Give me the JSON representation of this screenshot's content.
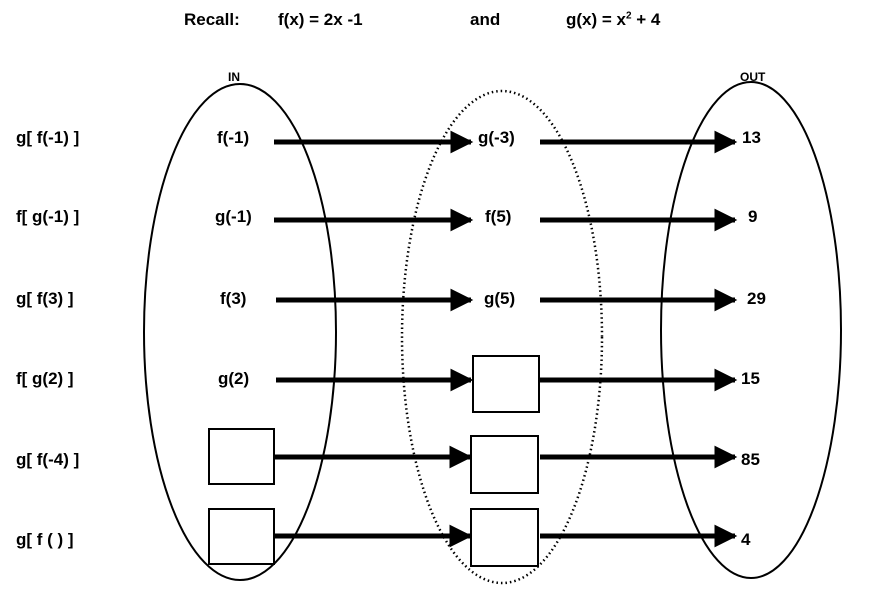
{
  "header": {
    "recall_label": "Recall:",
    "f_def": "f(x) = 2x -1",
    "and_label": "and",
    "g_def_prefix": "g(x) = x",
    "g_def_exponent": "2",
    "g_def_suffix": " + 4"
  },
  "columns": {
    "in_label": "IN",
    "out_label": "OUT"
  },
  "rows": [
    {
      "expression": "g[ f(-1) ]",
      "input": "f(-1)",
      "middle": "g(-3)",
      "output": "13"
    },
    {
      "expression": "f[ g(-1) ]",
      "input": "g(-1)",
      "middle": "f(5)",
      "output": "9"
    },
    {
      "expression": "g[ f(3) ]",
      "input": "f(3)",
      "middle": "g(5)",
      "output": "29"
    },
    {
      "expression": "f[ g(2) ]",
      "input": "g(2)",
      "middle": "",
      "output": "15"
    },
    {
      "expression": "g[ f(-4) ]",
      "input": "",
      "middle": "",
      "output": "85"
    },
    {
      "expression": "g[ f (     ) ]",
      "input": "",
      "middle": "",
      "output": "4"
    }
  ]
}
